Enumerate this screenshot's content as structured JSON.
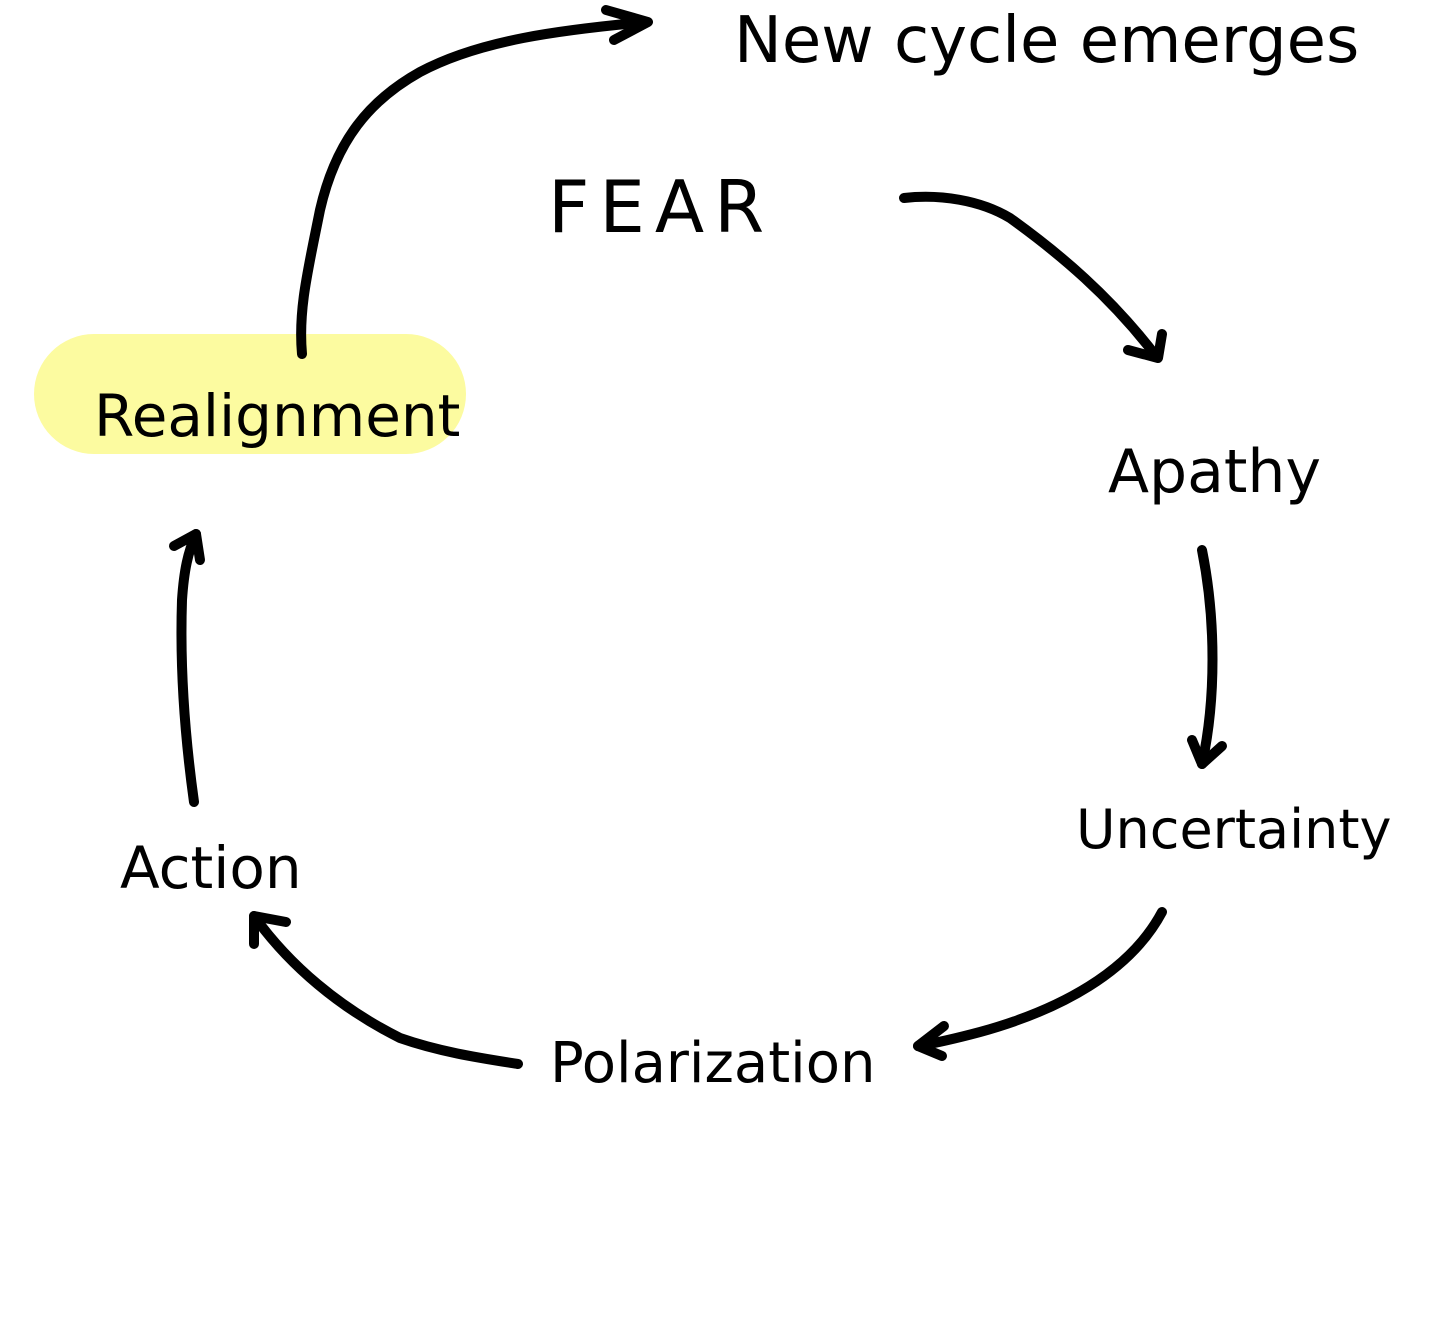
{
  "highlight_color": "#FCFBA0",
  "ink_color": "#000000",
  "diagram": {
    "header": "New cycle emerges",
    "stages": {
      "fear": "FEAR",
      "apathy": "Apathy",
      "uncertainty": "Uncertainty",
      "polarization": "Polarization",
      "action": "Action",
      "realignment": "Realignment"
    },
    "highlighted_stage": "Realignment"
  }
}
